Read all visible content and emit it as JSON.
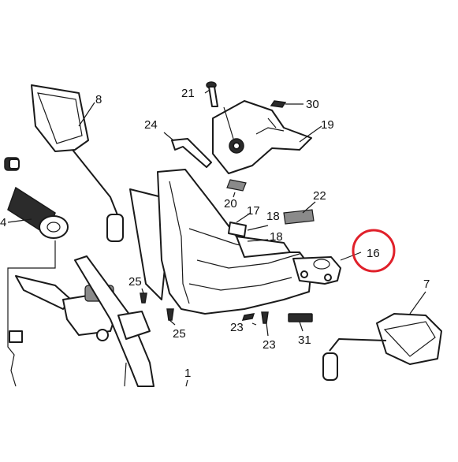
{
  "labels": {
    "p1": "1",
    "p4": "4",
    "p7": "7",
    "p8": "8",
    "p16": "16",
    "p18a": "18",
    "p18b": "18",
    "p19": "19",
    "p20": "20",
    "p21": "21",
    "p22": "22",
    "p23a": "23",
    "p23b": "23",
    "p24": "24",
    "p25a": "25",
    "p25b": "25",
    "p30": "30",
    "p31": "31"
  },
  "highlight": {
    "part": "16",
    "color": "#e0202a"
  }
}
